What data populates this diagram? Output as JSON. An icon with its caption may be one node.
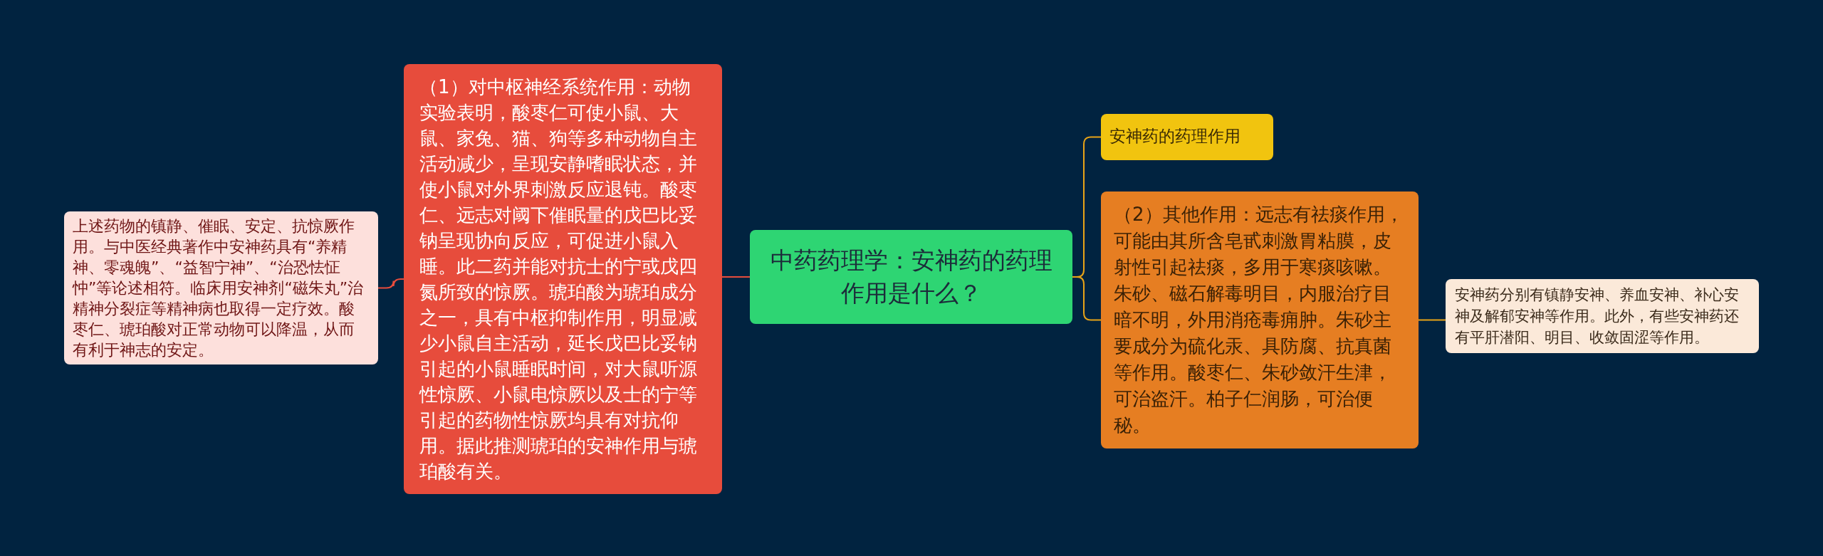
{
  "diagram": {
    "nodes": [
      {
        "text": [
          "中药药理学：安神药的药理作用是什么？"
        ]
      },
      {
        "text": [
          "（1）对中枢神经系统作用：动物实验表明，酸枣仁可使小鼠、大鼠、家兔、猫、狗等多种动物自主活动减少，呈现安静嗜眠状态，并使小鼠对外界刺激反应退钝。酸枣仁、远志对阈下催眠量的戊巴比妥钠呈现协向反应，可促进小鼠入睡。此二药并能对抗士的宁或戊四氮所致的惊厥。琥珀酸为琥珀成分之一，具有中枢抑制作用，明显减少小鼠自主活动，延长戊巴比妥钠引起的小鼠睡眠时间，对大鼠听源性惊厥、小鼠电惊厥以及士的宁等引起的药物性惊厥均具有对抗仰用。据此推测琥珀的安神作用与琥珀酸有关。"
        ]
      },
      {
        "text": [
          "上述药物的镇静、催眠、安定、抗惊厥作用。与中医经典著作中安神药具有“养精神、零魂魄”、“益智宁神”、“治恐怯怔忡”等论述相符。临床用安神剂“磁朱丸”治精神分裂症等精神病也取得一定疗效。酸枣仁、琥珀酸对正常动物可以降温，从而有利于神志的安定。"
        ]
      },
      {
        "text": [
          "安神药的药理作用"
        ]
      },
      {
        "text": [
          "（2）其他作用：远志有祛痰作用，可能由其所含皂甙刺激胃粘膜，皮射性引起祛痰，多用于寒痰咳嗽。朱砂、磁石解毒明目，内服治疗目暗不明，外用消疮毒痈肿。朱砂主要成分为硫化汞、具防腐、抗真菌等作用。酸枣仁、朱砂敛汗生津，可治盗汗。柏子仁润肠，可治便秘。"
        ]
      },
      {
        "text": [
          "安神药分别有镇静安神、养血安神、补心安神及解郁安神等作用。此外，有些安神药还有平肝潜阳、明目、收敛固涩等作用。"
        ]
      }
    ],
    "edges": [
      {
        "from": 0,
        "to": 1,
        "arrow": "none",
        "color": "#e74c3c"
      },
      {
        "from": 1,
        "to": 2,
        "arrow": "none",
        "color": "#e74c3c"
      },
      {
        "from": 0,
        "to": 3,
        "arrow": "none"
      },
      {
        "from": 0,
        "to": 4,
        "arrow": "none"
      },
      {
        "from": 4,
        "to": 5,
        "arrow": "none"
      }
    ]
  }
}
